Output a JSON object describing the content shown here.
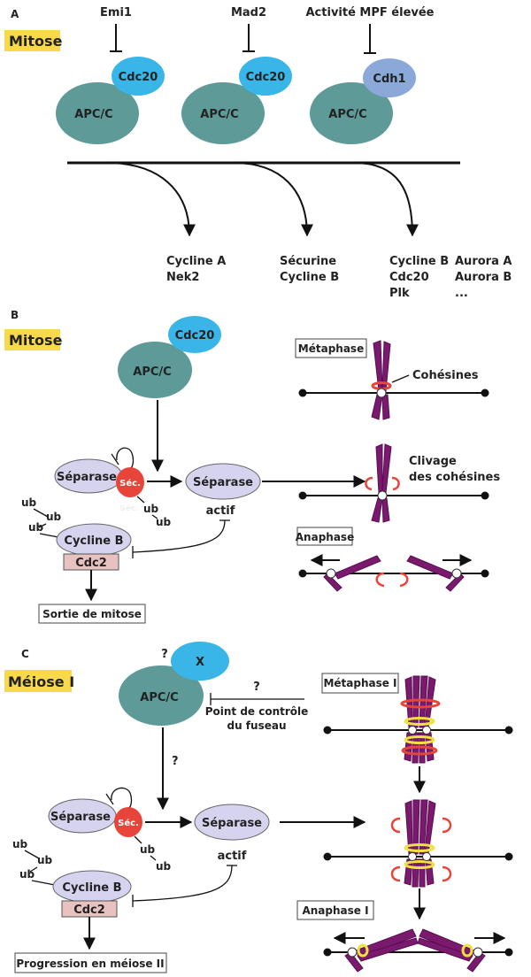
{
  "colors": {
    "apc": "#5d9a98",
    "cdc20": "#3ab5e8",
    "cdh1": "#8aa8d8",
    "separase": "#d6d3ee",
    "sec": "#e8453a",
    "cdc2": "#e8c1c1",
    "chromosome": "#7a1a6e",
    "cohesin_red": "#e8453a",
    "cohesin_yellow": "#f0e040",
    "section_highlight": "#f7d94a"
  },
  "panelA": {
    "letter": "A",
    "section": "Mitose",
    "inhibitors": [
      "Emi1",
      "Mad2",
      "Activité MPF élevée"
    ],
    "complexes": [
      {
        "core": "APC/C",
        "cofactor": "Cdc20"
      },
      {
        "core": "APC/C",
        "cofactor": "Cdc20"
      },
      {
        "core": "APC/C",
        "cofactor": "Cdh1"
      }
    ],
    "substrates": [
      [
        "Cycline A",
        "Nek2"
      ],
      [
        "Sécurine",
        "Cycline B"
      ],
      [
        "Cycline B",
        "Cdc20",
        "Plk"
      ],
      [
        "Aurora A",
        "Aurora B",
        "..."
      ]
    ]
  },
  "panelB": {
    "letter": "B",
    "section": "Mitose",
    "apc": "APC/C",
    "cofactor": "Cdc20",
    "separase_inactive": "Séparase",
    "sec": "Séc.",
    "sec_faded": "Séc.",
    "separase_active": "Séparase",
    "actif": "actif",
    "ub": "ub",
    "cyclin": "Cycline B",
    "cdc2": "Cdc2",
    "exit": "Sortie de mitose",
    "metaphase": "Métaphase",
    "cohesines": "Cohésines",
    "clivage_1": "Clivage",
    "clivage_2": "des cohésines",
    "anaphase": "Anaphase"
  },
  "panelC": {
    "letter": "C",
    "section": "Méiose I",
    "apc": "APC/C",
    "cofactor": "X",
    "question": "?",
    "checkpoint_1": "Point de contrôle",
    "checkpoint_2": "du fuseau",
    "separase_inactive": "Séparase",
    "sec": "Séc.",
    "separase_active": "Séparase",
    "actif": "actif",
    "ub": "ub",
    "cyclin": "Cycline B",
    "cdc2": "Cdc2",
    "progression": "Progression en méiose II",
    "metaphase": "Métaphase I",
    "anaphase": "Anaphase I"
  }
}
